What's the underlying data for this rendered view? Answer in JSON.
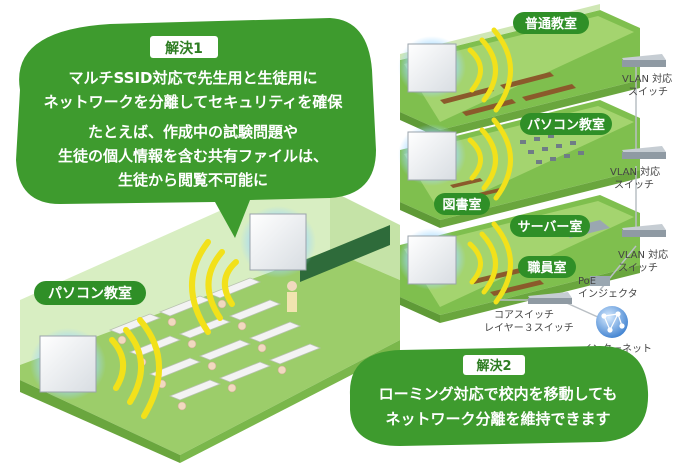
{
  "solution1": {
    "badge": "解決1",
    "lines": [
      "マルチSSID対応で先生用と生徒用に",
      "ネットワークを分離してセキュリティを確保",
      "たとえば、作成中の試験問題や",
      "生徒の個人情報を含む共有ファイルは、",
      "生徒から閲覧不可能に"
    ]
  },
  "solution2": {
    "badge": "解決2",
    "lines": [
      "ローミング対応で校内を移動しても",
      "ネットワーク分離を維持できます"
    ]
  },
  "rooms": {
    "classroom_left": "パソコン教室",
    "regular": "普通教室",
    "pc_room": "パソコン教室",
    "library": "図書室",
    "server_room": "サーバー室",
    "staff_room": "職員室"
  },
  "devices": {
    "vlan_switch_1": [
      "VLAN 対応",
      "スイッチ"
    ],
    "vlan_switch_2": [
      "VLAN 対応",
      "スイッチ"
    ],
    "vlan_switch_3": [
      "VLAN 対応",
      "スイッチ"
    ],
    "poe_injector": [
      "PoE",
      "インジェクタ"
    ],
    "core_switch": [
      "コアスイッチ",
      "レイヤー３スイッチ"
    ],
    "internet": "インターネット"
  },
  "colors": {
    "bubble_green": "#3e9b2e",
    "badge_bg": "#ffffff",
    "badge_text": "#2e7d22",
    "label_green": "#2f8f27",
    "signal_yellow": "#f2e11a",
    "floor_green": "#8fc95a",
    "internet_blue": "#4a8fd6"
  }
}
